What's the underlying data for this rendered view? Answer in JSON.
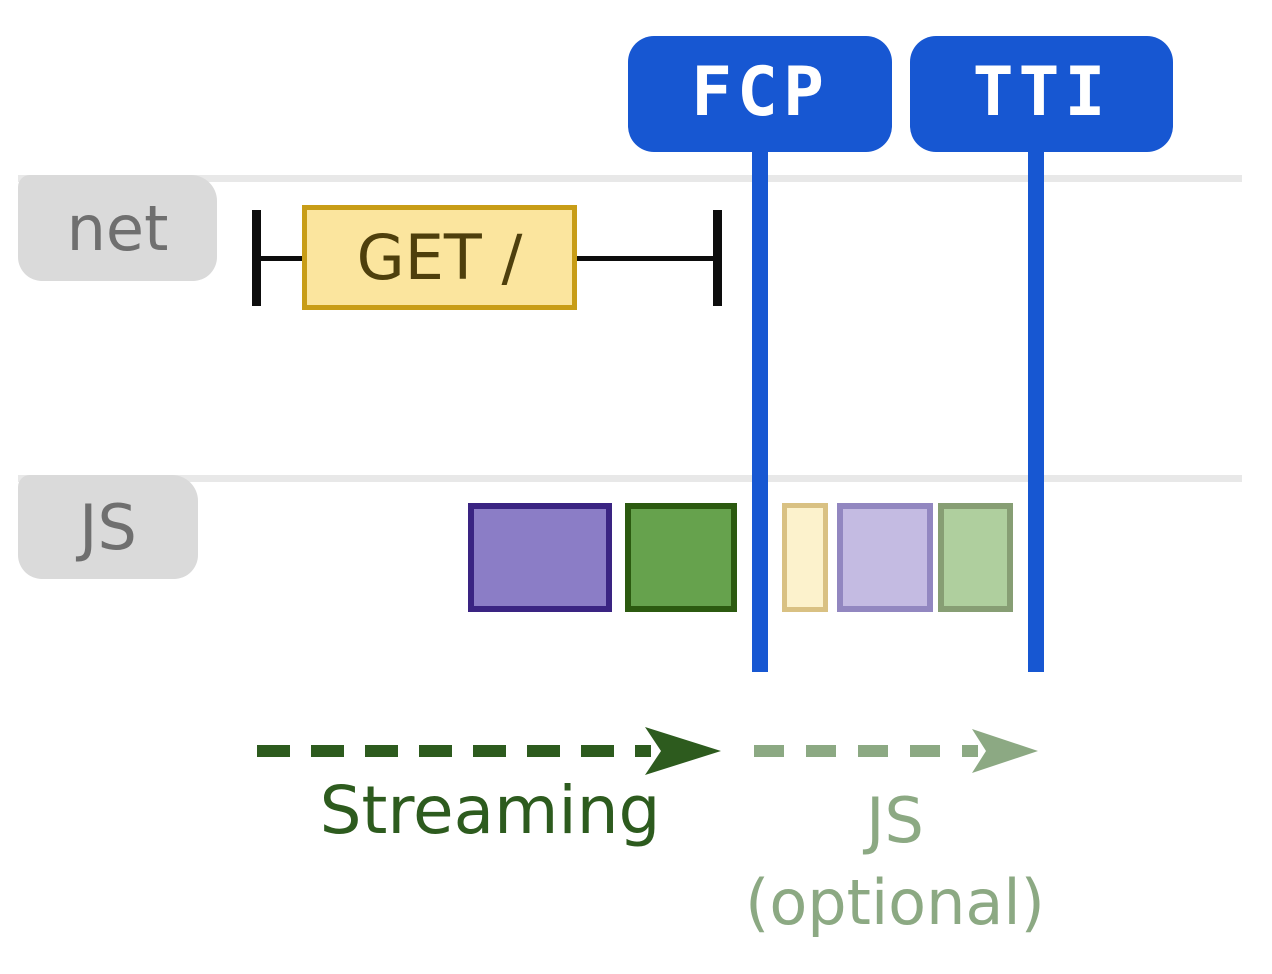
{
  "badges": {
    "fcp": "FCP",
    "tti": "TTI"
  },
  "tracks": {
    "net_label": "net",
    "js_label": "JS"
  },
  "request": {
    "label": "GET /"
  },
  "annotations": {
    "streaming": "Streaming",
    "js": "JS",
    "optional": "(optional)"
  },
  "colors": {
    "canvas-bg": "#FFFFFF",
    "accent-blue": "#1757D2",
    "badge-text": "#FFFFFF",
    "track-line": "#E8E8E8",
    "label-bg": "#DADADA",
    "label-text": "#6F6F6F",
    "tick-black": "#0D0D0D",
    "request-fill": "#FBE59E",
    "request-border": "#C89D17",
    "request-text": "#4E3F0C",
    "task-purple-fill": "#8B7DC6",
    "task-purple-border": "#3A2482",
    "task-green-fill": "#66A24D",
    "task-green-border": "#2C5A10",
    "task-optional-yellow-fill": "#FCF2CC",
    "task-optional-yellow-border": "#D9C183",
    "task-optional-purple-fill": "#C4BBE2",
    "task-optional-purple-border": "#9287C0",
    "task-optional-green-fill": "#AFCF9E",
    "task-optional-green-border": "#879E74",
    "streaming-green": "#2D5B1E",
    "optional-sage": "#8CA983"
  }
}
